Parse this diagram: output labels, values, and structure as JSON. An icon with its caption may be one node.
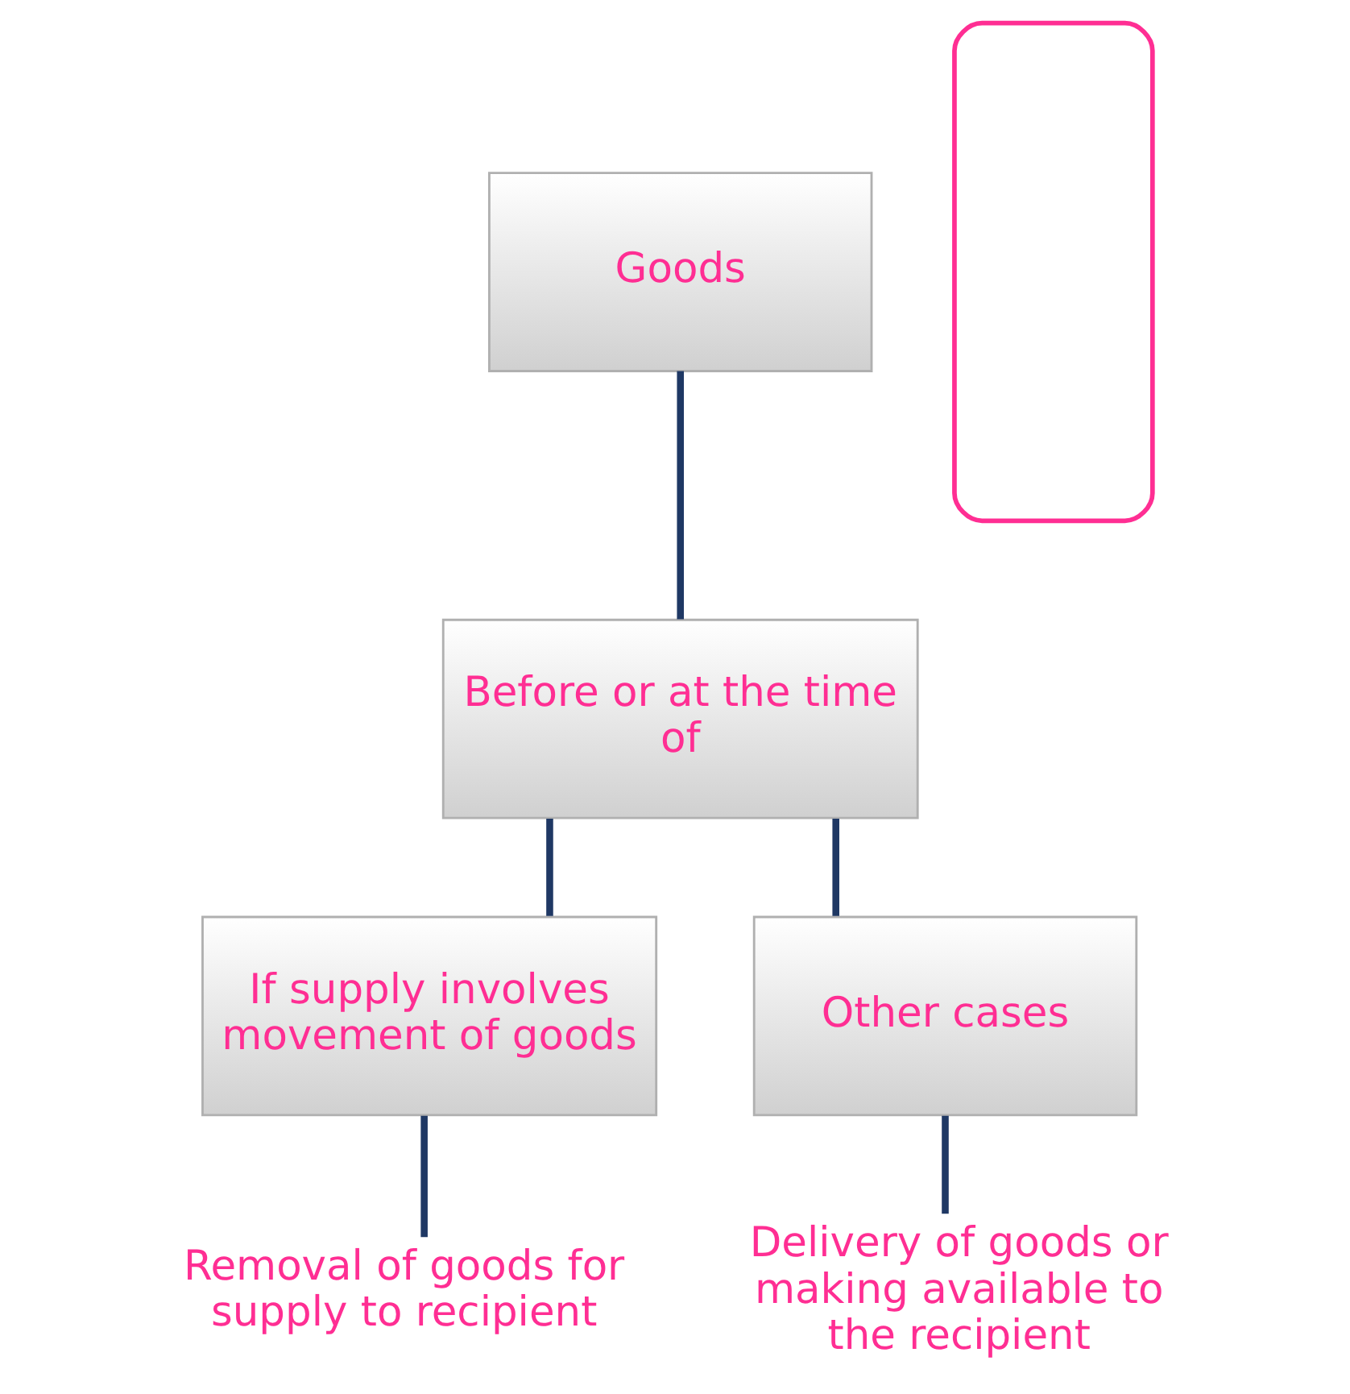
{
  "diagram": {
    "nodes": [
      {
        "text": [
          "Goods"
        ]
      },
      {
        "text": [
          "Before or at the time of"
        ]
      },
      {
        "text": [
          "If supply involves movement of goods"
        ]
      },
      {
        "text": [
          "Other cases"
        ]
      },
      {
        "text": [
          "Removal of goods for supply to recipient"
        ]
      },
      {
        "text": [
          "Delivery of goods or making available to the recipient"
        ]
      },
      {
        "text": [],
        "shape": "scroll"
      }
    ],
    "edges": [
      {
        "from": 0,
        "to": 1,
        "arrow": "none"
      },
      {
        "from": 1,
        "to": 2,
        "arrow": "none"
      },
      {
        "from": 1,
        "to": 3,
        "arrow": "none"
      },
      {
        "from": 2,
        "to": 4,
        "arrow": "none"
      },
      {
        "from": 3,
        "to": 5,
        "arrow": "none"
      }
    ]
  }
}
